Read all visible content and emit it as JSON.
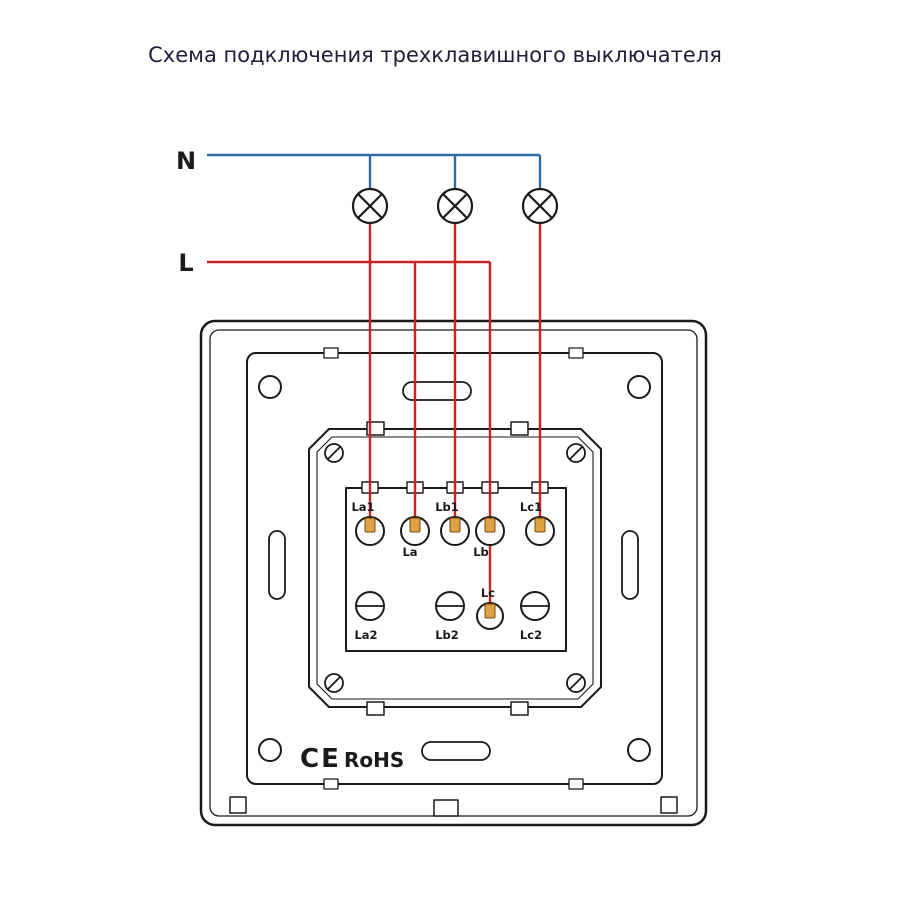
{
  "title": "Схема подключения трехклавишного выключателя",
  "bus_labels": {
    "neutral": "N",
    "line": "L"
  },
  "lamps": {
    "count": 3,
    "symbol": "circle-cross-lamp"
  },
  "terminals": {
    "top": [
      "La1",
      "La",
      "Lb1",
      "Lb",
      "Lc1"
    ],
    "middle": "Lc",
    "bottom": [
      "La2",
      "Lb2",
      "Lc2"
    ]
  },
  "wiring": {
    "neutral_to_lamps": [
      1,
      2,
      3
    ],
    "lamp_outputs_to": [
      "La1",
      "Lb1",
      "Lc1"
    ],
    "line_to": [
      "La",
      "Lb",
      "Lc"
    ]
  },
  "marks": {
    "ce": "CE",
    "rohs": "RoHS"
  },
  "colors": {
    "neutral_wire": "#2e6da4",
    "line_wire": "#cc2222",
    "wire_end_fill": "#dda243",
    "wire_end_stroke": "#7a4a12",
    "outline": "#1a1a1a",
    "title_color": "#1e1e3c"
  }
}
